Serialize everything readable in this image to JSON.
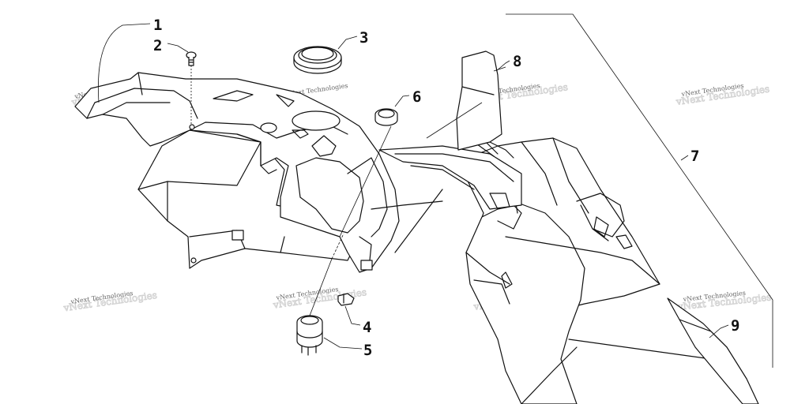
{
  "callouts": [
    "1",
    "2",
    "3",
    "4",
    "5",
    "6",
    "7",
    "8",
    "9"
  ],
  "watermark": "vNext Technologies"
}
